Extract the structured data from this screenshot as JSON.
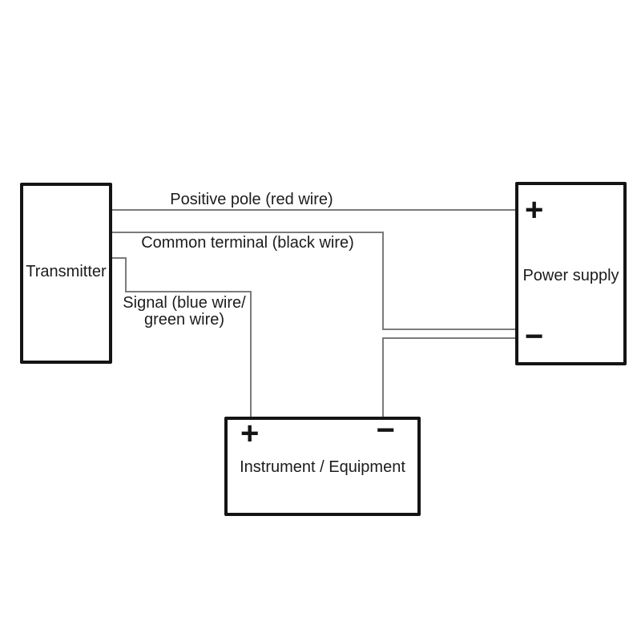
{
  "colors": {
    "background": "#ffffff",
    "box_border": "#141414",
    "wire": "#7b7b7b",
    "text": "#1c1c1c"
  },
  "boxes": {
    "transmitter": {
      "label": "Transmitter"
    },
    "power_supply": {
      "label": "Power supply",
      "plus_terminal": "+",
      "minus_terminal": "−"
    },
    "instrument": {
      "label": "Instrument / Equipment",
      "plus_terminal": "+",
      "minus_terminal": "−"
    }
  },
  "wire_labels": {
    "positive": "Positive pole (red wire)",
    "common": "Common terminal (black wire)",
    "signal_line1": "Signal (blue wire/",
    "signal_line2": "green wire)"
  }
}
